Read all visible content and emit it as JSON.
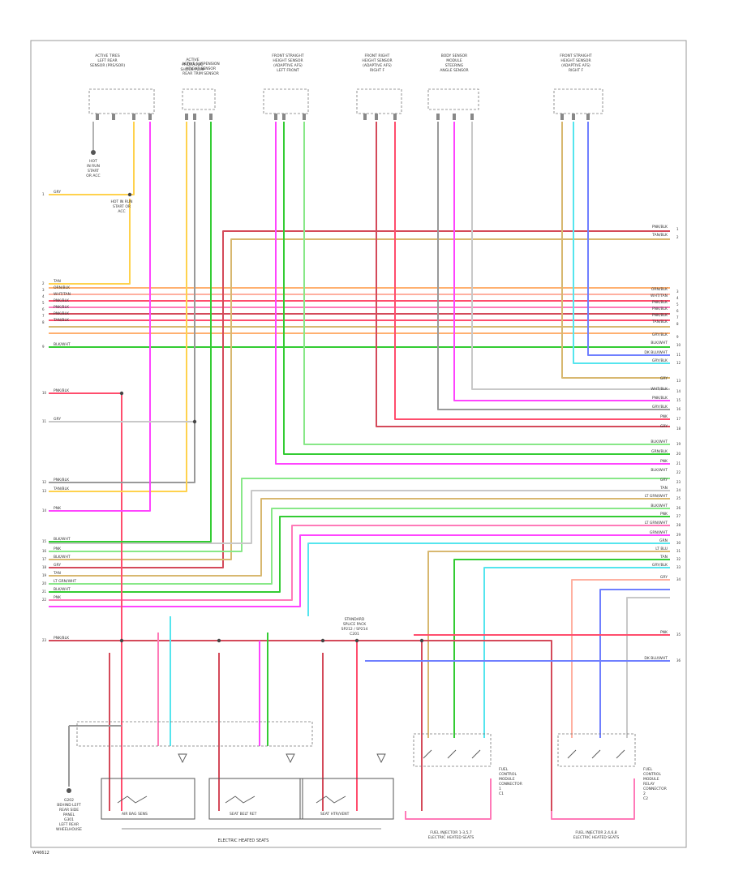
{
  "diagram": {
    "footer_code": "W46612",
    "top_components": [
      {
        "id": "cc1",
        "lines": [
          "ACTIVE TIRES",
          "LEFT REAR",
          "SENSOR (PRS/SOR)"
        ]
      },
      {
        "id": "cc2",
        "lines": [
          "ACTIVE",
          "HYDRAULIC",
          "SHOCK PUMP"
        ]
      },
      {
        "id": "cc3",
        "lines": [
          "ACTIVE SUSPENSION",
          "HEIGHT SENSOR",
          "REAR TRIM SENSOR"
        ]
      },
      {
        "id": "cc4",
        "lines": [
          "FRONT STRAIGHT",
          "HEIGHT SENSOR",
          "(ADAPTIVE AFS)",
          "LEFT FRONT"
        ]
      },
      {
        "id": "cc5",
        "lines": [
          "FRONT RIGHT",
          "HEIGHT SENSOR",
          "(ADAPTIVE AFS)",
          "RIGHT F"
        ]
      },
      {
        "id": "cc6",
        "lines": [
          "BODY SENSOR",
          "MODULE",
          "STEERING",
          "ANGLE SENSOR"
        ]
      },
      {
        "id": "cc7",
        "lines": [
          "FRONT STRAIGHT",
          "HEIGHT SENSOR",
          "(ADAPTIVE AFS)",
          "RIGHT F"
        ]
      }
    ],
    "ground_labels": [
      {
        "id": "g1",
        "lines": [
          "HOT",
          "IN RUN",
          "START",
          "OR ACC"
        ]
      },
      {
        "id": "g2",
        "lines": [
          "G202",
          "BEHIND LEFT",
          "REAR SIDE",
          "PANEL"
        ]
      }
    ],
    "splice_label": [
      "STANDARD",
      "SPLICE PACK",
      "SP212 / SP214",
      "C201"
    ],
    "left_wire_labels": [
      "GRY",
      "TAN",
      "ORN/BLK",
      "WHT/TAN",
      "PNK/BLK",
      "PNK/BLK",
      "PNK/BLK",
      "TAN/BLK",
      "BLK/WHT",
      "PNK/BLK",
      "GRY",
      "PNK/BLK",
      "TAN/BLK",
      "PNK",
      "BLK/WHT",
      "PNK",
      "BLK/WHT",
      "GRY",
      "TAN",
      "LT GRN/WHT",
      "BLK/WHT",
      "PNK",
      "PNK/BLK"
    ],
    "right_wire_labels": [
      "PNK/BLK",
      "TAN/BLK",
      "ORN/BLK",
      "WHT/TAN",
      "PNK/BLK",
      "PNK/BLK",
      "PNK/BLK",
      "TAN/BLK",
      "GRY/BLK",
      "BLK/WHT",
      "DK BLU/WHT",
      "GRY/BLK",
      "GRY",
      "WHT/BLK",
      "PNK/BLK",
      "GRY/BLK",
      "PNK",
      "GRY",
      "BLK/WHT",
      "GRN/BLK",
      "PNK",
      "BLK/WHT",
      "GRY",
      "TAN",
      "LT GRN/WHT",
      "BLK/WHT",
      "PNK",
      "LT GRN/WHT",
      "GRN/WHT",
      "GRN",
      "LT BLU",
      "TAN",
      "GRY/BLK",
      "GRY",
      "PNK",
      "DK BLU/WHT"
    ],
    "bottom_modules": [
      {
        "id": "bm1",
        "label": "AIR BAG SENS"
      },
      {
        "id": "bm2",
        "label": "SEAT BELT RET"
      },
      {
        "id": "bm3",
        "label": "SEAT HTR/VENT"
      }
    ],
    "bottom_center_caption": "ELECTRIC HEATED SEATS",
    "relay_left_caption": [
      "FUEL INJECTOR 1-3,5,7",
      "ELECTRIC HEATED SEATS"
    ],
    "relay_right_caption": [
      "FUEL INJECTOR 2,4,6,8",
      "ELECTRIC HEATED SEATS"
    ],
    "relay_side_labels": [
      {
        "id": "rs1",
        "lines": [
          "FUEL",
          "CONTROL",
          "MODULE",
          "CONNECTOR",
          "1",
          "C1"
        ]
      },
      {
        "id": "rs2",
        "lines": [
          "FUEL",
          "CONTROL",
          "MODULE",
          "RELAY",
          "CONNECTOR",
          "2",
          "C2"
        ]
      }
    ],
    "bottom_left_ground": [
      "G301",
      "LEFT REAR",
      "WHEELHOUSE"
    ]
  }
}
